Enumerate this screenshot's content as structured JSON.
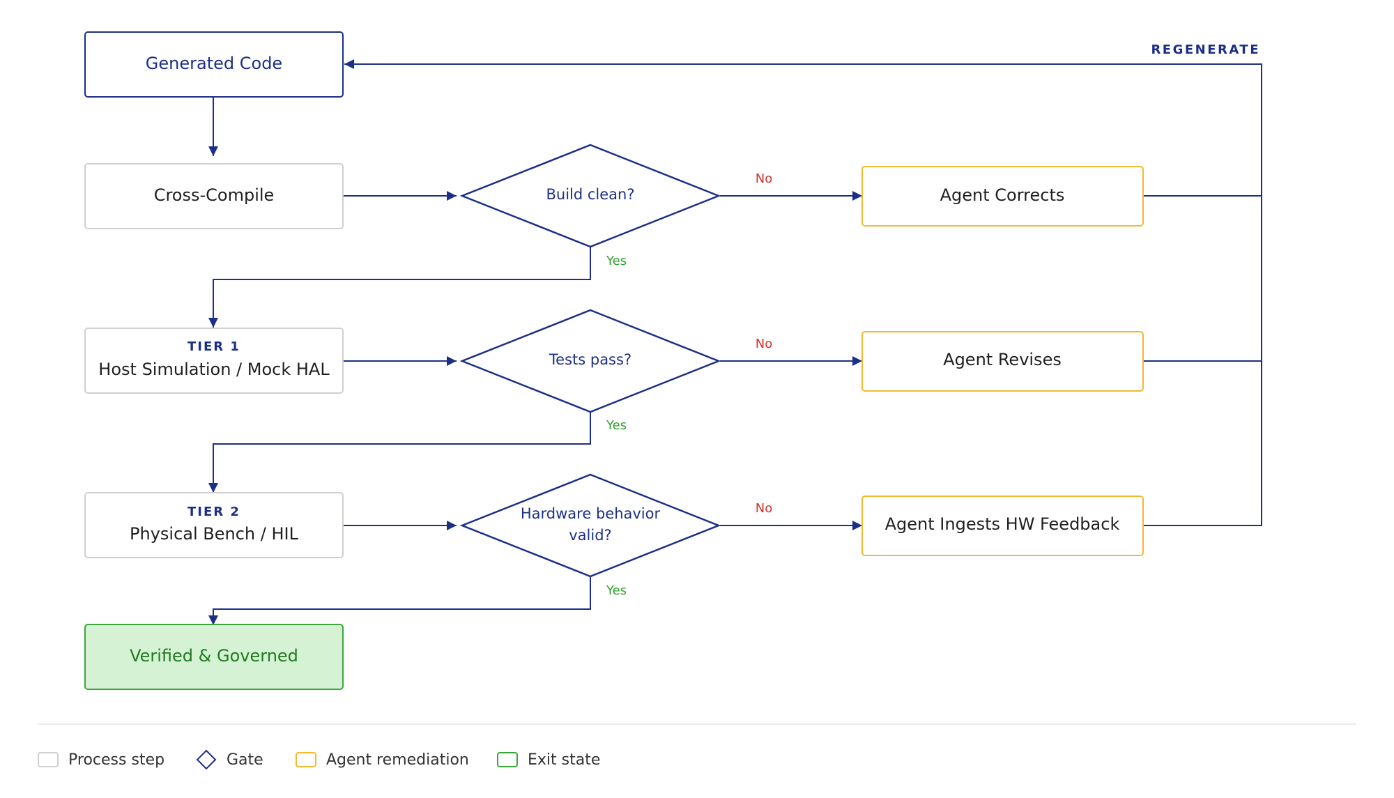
{
  "nodes": {
    "generated_code": "Generated Code",
    "cross_compile": "Cross-Compile",
    "tier1_label": "TIER 1",
    "tier1_title": "Host Simulation / Mock HAL",
    "tier2_label": "TIER 2",
    "tier2_title": "Physical Bench / HIL",
    "verified": "Verified & Governed"
  },
  "gates": {
    "build_clean": "Build clean?",
    "tests_pass": "Tests pass?",
    "hardware_line1": "Hardware behavior",
    "hardware_line2": "valid?"
  },
  "agents": {
    "corrects": "Agent Corrects",
    "revises": "Agent Revises",
    "ingests": "Agent Ingests HW Feedback"
  },
  "edge_labels": {
    "no": "No",
    "yes": "Yes",
    "regenerate": "REGENERATE"
  },
  "legend": {
    "process": "Process step",
    "gate": "Gate",
    "agent": "Agent remediation",
    "exit": "Exit state"
  },
  "colors": {
    "navy": "#1c2f87",
    "process_border": "#d0d0d0",
    "agent_border": "#f5b82e",
    "exit_border": "#3aa63a",
    "exit_fill": "#d5f2d5",
    "no": "#d0342c",
    "yes": "#2ea32e"
  }
}
